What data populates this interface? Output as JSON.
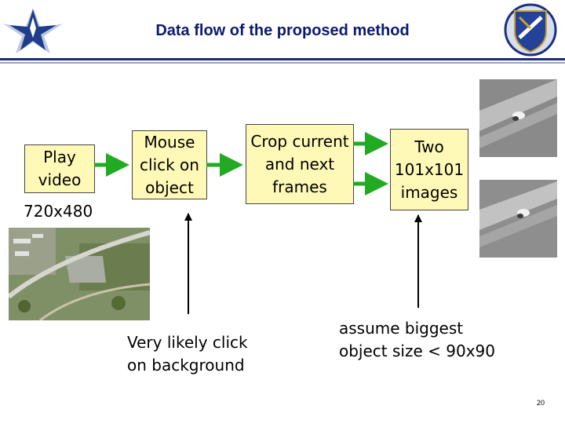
{
  "title": "Data flow of the proposed method",
  "boxes": {
    "play": [
      "Play",
      "video"
    ],
    "click": [
      "Mouse",
      "click on",
      "object"
    ],
    "crop": [
      "Crop current",
      "and next",
      "frames"
    ],
    "two": [
      "Two",
      "101x101",
      "images"
    ]
  },
  "resolution": "720x480",
  "notes": {
    "background": [
      "Very likely click",
      "on background"
    ],
    "size": [
      "assume biggest",
      "object size < 90x90"
    ]
  },
  "page_number": "20",
  "colors": {
    "title": "#0b1a6e",
    "box_fill": "#fff9b8",
    "arrow_green": "#22aa22",
    "rule": "#1d2a7d"
  },
  "icons": [
    "air-force-logo-icon",
    "air-force-institute-crest-icon"
  ]
}
